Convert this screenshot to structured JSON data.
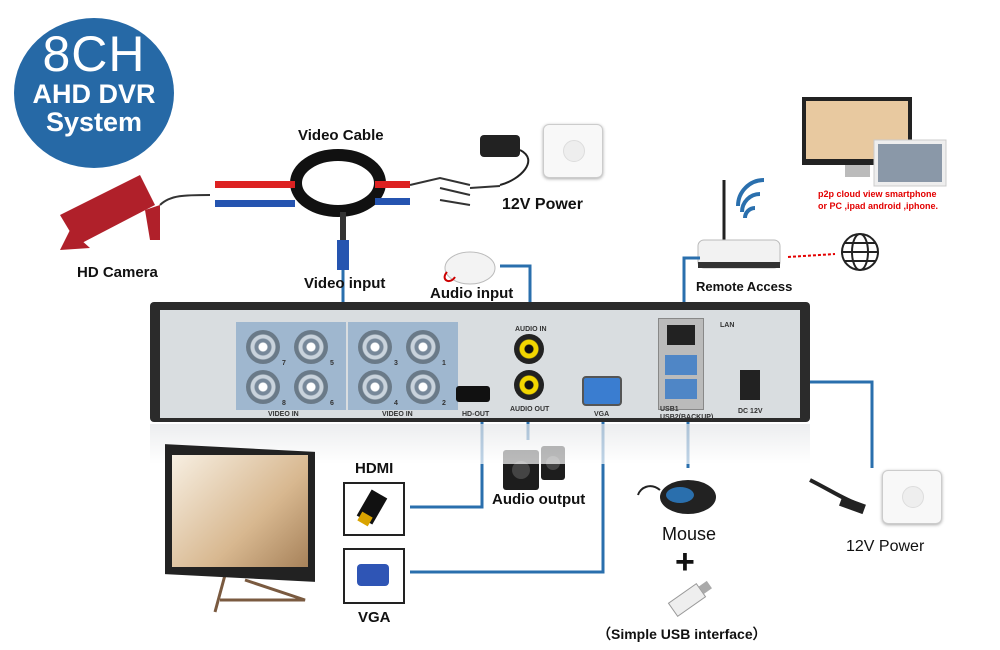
{
  "badge": {
    "line1": "8CH",
    "line2": "AHD DVR",
    "line3": "System"
  },
  "labels": {
    "video_cable": "Video Cable",
    "power_top": "12V Power",
    "hd_camera": "HD Camera",
    "video_input": "Video input",
    "audio_input": "Audio input",
    "remote_access": "Remote Access",
    "p2p_line1": "p2p cloud view smartphone",
    "p2p_line2": "or PC ,ipad android ,iphone.",
    "hdmi": "HDMI",
    "audio_output": "Audio output",
    "vga": "VGA",
    "mouse": "Mouse",
    "plus": "+",
    "usb": "（Simple USB interface）",
    "power_bottom": "12V Power"
  },
  "panel": {
    "video_in_a": "VIDEO IN",
    "video_in_b": "VIDEO IN",
    "channels_a": [
      "7",
      "5",
      "8",
      "6"
    ],
    "channels_b": [
      "3",
      "1",
      "4",
      "2"
    ],
    "hd_out": "HD-OUT",
    "audio_in": "AUDIO IN",
    "audio_out": "AUDIO OUT",
    "vga": "VGA",
    "lan": "LAN",
    "usb1": "USB1",
    "usb2": "USB2(BACKUP)",
    "dc": "DC 12V"
  },
  "colors": {
    "badge": "#2669a6",
    "connector_line": "#2a6fad",
    "camera": "#b0202a",
    "p2p_text": "#e30000"
  }
}
